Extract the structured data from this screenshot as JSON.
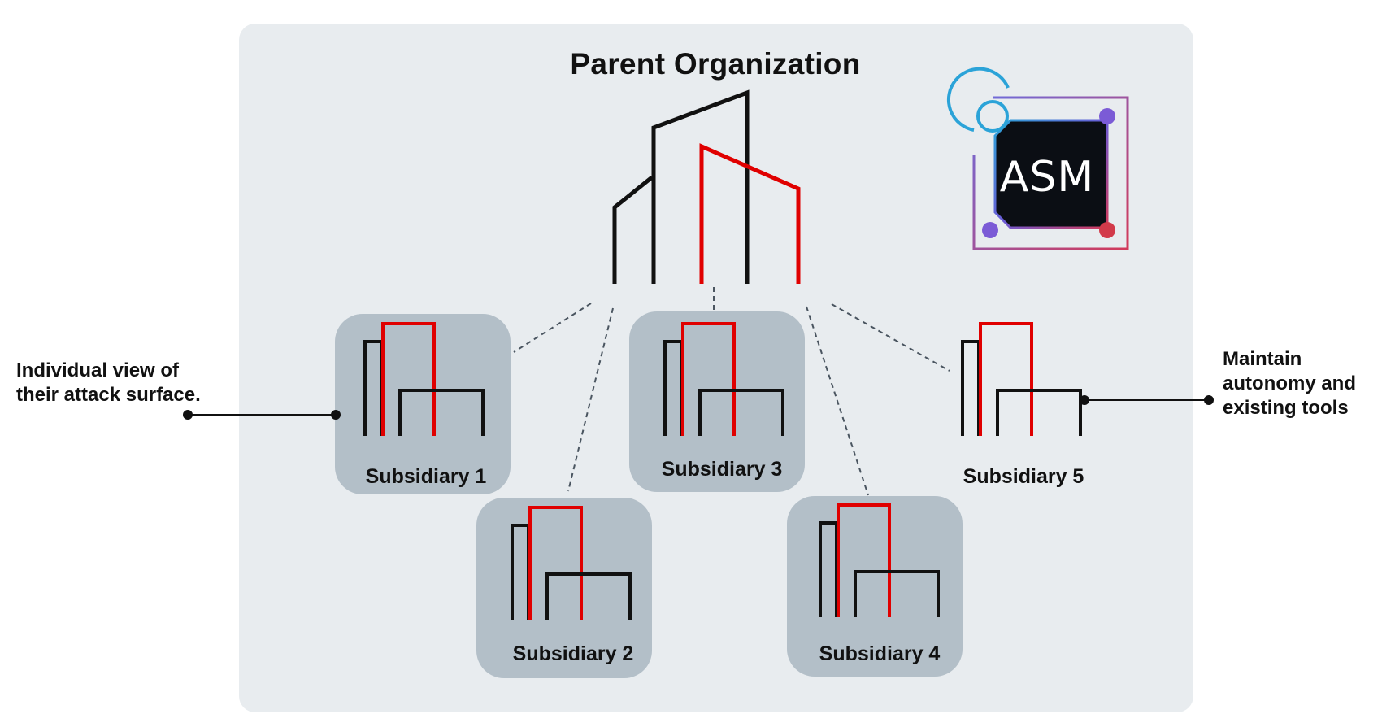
{
  "title": "Parent Organization",
  "logo_text": "ASM",
  "subsidiaries": [
    {
      "label": "Subsidiary 1"
    },
    {
      "label": "Subsidiary 2"
    },
    {
      "label": "Subsidiary 3"
    },
    {
      "label": "Subsidiary 4"
    },
    {
      "label": "Subsidiary 5"
    }
  ],
  "callouts": {
    "left": [
      "Individual view of",
      "their attack surface."
    ],
    "right": [
      "Maintain",
      "autonomy and",
      "existing tools"
    ]
  },
  "colors": {
    "panel": "#e8ecef",
    "card": "#b3bfc8",
    "accent_red": "#e00000",
    "line_black": "#111111",
    "logo_blue": "#2ba3d8",
    "logo_purple": "#7b5bd6"
  }
}
